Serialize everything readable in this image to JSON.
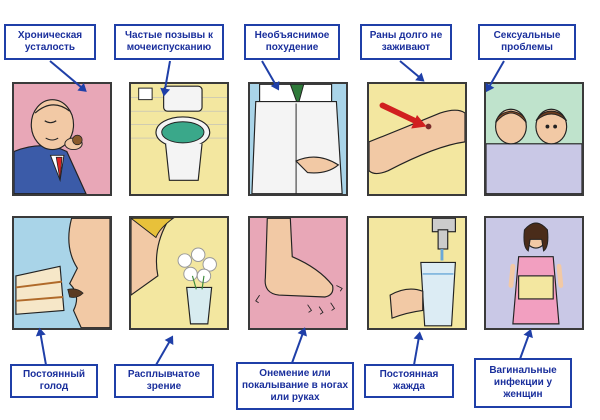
{
  "labels": {
    "fatigue": "Хроническая усталость",
    "urination": "Частые позывы к мочеиспусканию",
    "weight_loss": "Необъяснимое похудение",
    "wounds": "Раны долго не заживают",
    "sexual": "Сексуальные проблемы",
    "hunger": "Постоянный голод",
    "vision": "Расплывчатое зрение",
    "numbness": "Онемение или покалывание в ногах или руках",
    "thirst": "Постоянная жажда",
    "vaginal": "Вагинальные инфекции у женщин"
  },
  "colors": {
    "label_border": "#1f3fa8",
    "label_text": "#1a2f9c",
    "panel_pink": "#e8a7b7",
    "panel_yellow": "#f3e7a0",
    "panel_blue": "#a9d4e8",
    "panel_green": "#bfe3cc",
    "panel_lavender": "#c9c8e6",
    "wound_arrow": "#d11f1f"
  },
  "icons": {
    "fatigue": "tired-man-icon",
    "urination": "toilet-icon",
    "weight_loss": "loose-trousers-icon",
    "wounds": "wounded-arm-icon",
    "sexual": "couple-in-bed-icon",
    "hunger": "cake-eater-icon",
    "vision": "blurry-flowers-icon",
    "numbness": "tingling-foot-icon",
    "thirst": "water-glass-icon",
    "vaginal": "woman-icon"
  }
}
